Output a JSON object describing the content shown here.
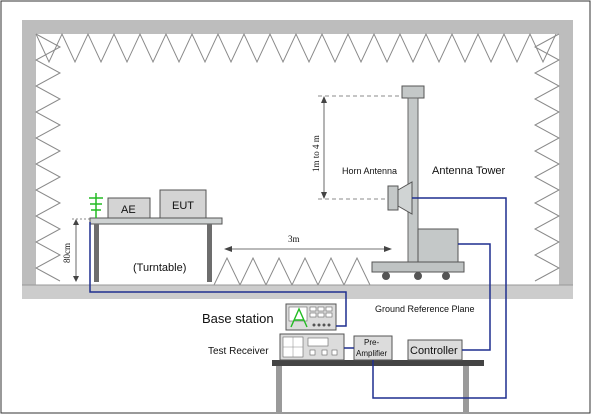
{
  "labels": {
    "ae": "AE",
    "eut": "EUT",
    "turntable": "(Turntable)",
    "height": "80cm",
    "distance": "3m",
    "scan_height": "1m to 4 m",
    "horn_antenna": "Horn Antenna",
    "antenna_tower": "Antenna Tower",
    "ground_plane": "Ground  Reference Plane",
    "base_station": "Base station",
    "test_receiver": "Test Receiver",
    "pre_amplifier_line1": "Pre-",
    "pre_amplifier_line2": "Amplifier",
    "controller": "Controller"
  },
  "colors": {
    "cable": "#1f2f8f",
    "absorber": "#8a8a8a",
    "wall": "#b8b8b8",
    "tower": "#c4c8c8",
    "ground": "#cfcfcf",
    "highlight": "#22bb22"
  }
}
